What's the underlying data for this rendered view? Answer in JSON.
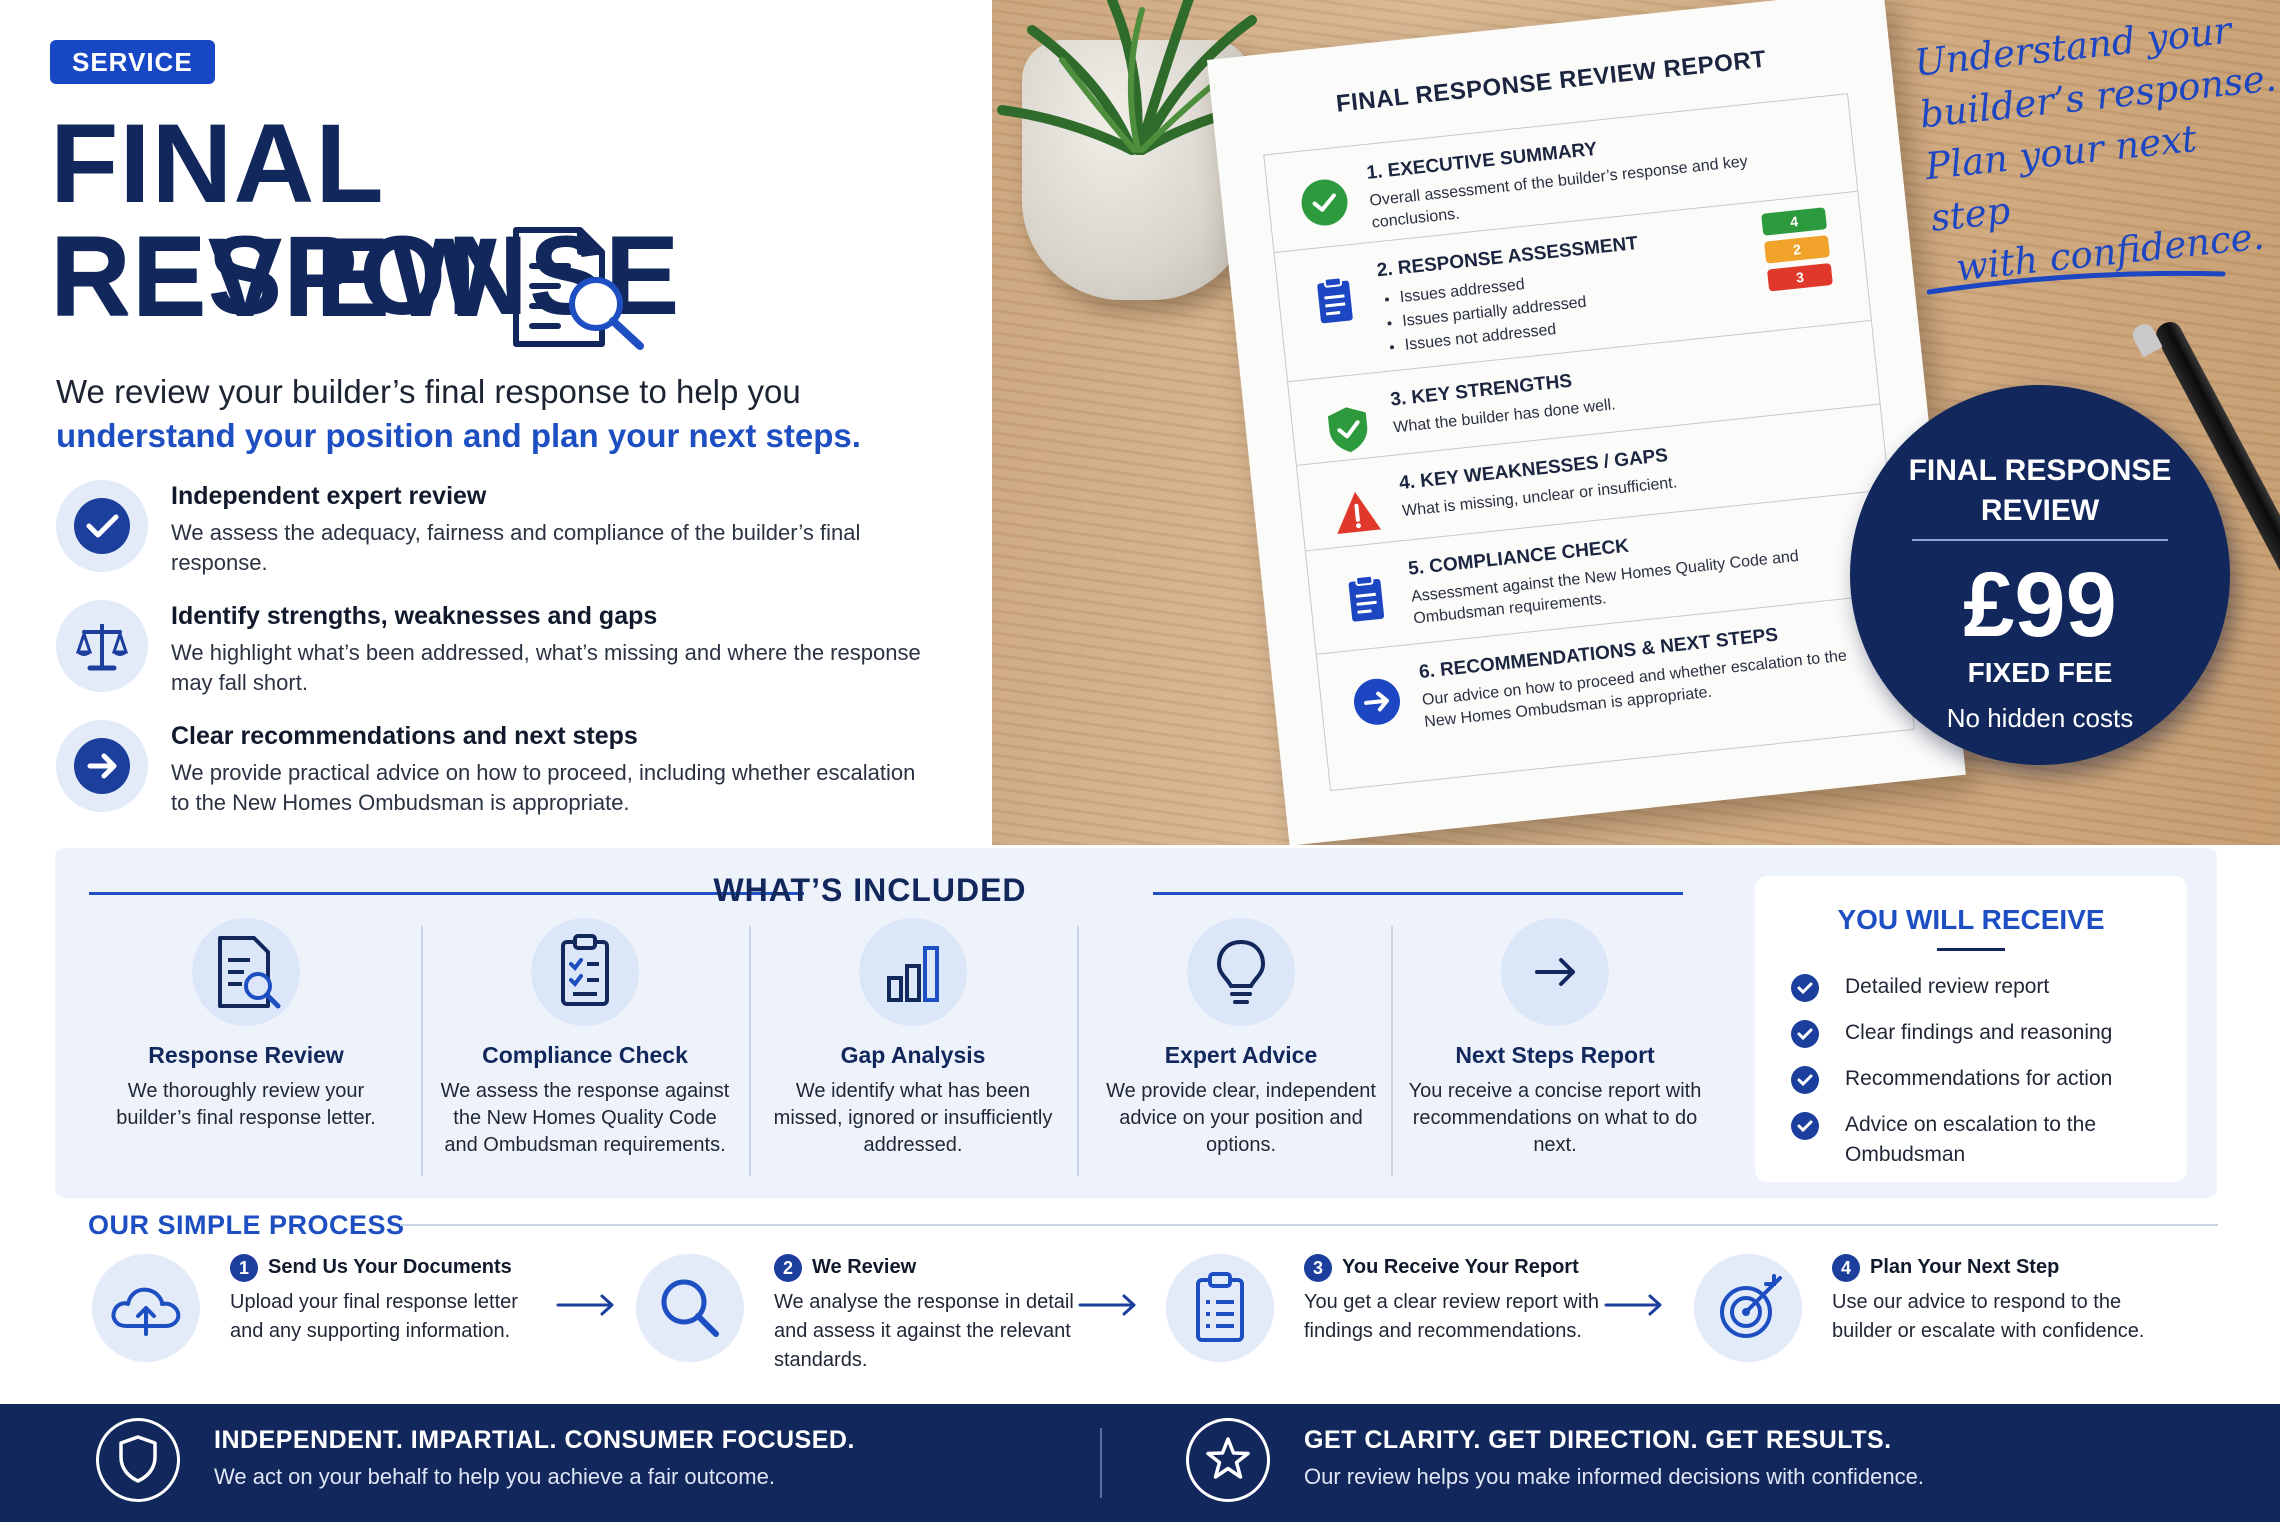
{
  "hero": {
    "tag": "SERVICE",
    "title_line1": "FINAL RESPONSE",
    "title_line2": "REVIEW",
    "subtitle": "We review your builder’s final response to help you",
    "subtitle_highlight": "understand your position and plan your next steps.",
    "features": [
      {
        "icon": "check-icon",
        "heading": "Independent expert review",
        "text": "We assess the adequacy, fairness and compliance of the builder’s final response."
      },
      {
        "icon": "scales-icon",
        "heading": "Identify strengths, weaknesses and gaps",
        "text": "We highlight what’s been addressed, what’s missing and where the response may fall short."
      },
      {
        "icon": "arrow-right-icon",
        "heading": "Clear recommendations and next steps",
        "text": "We provide practical advice on how to proceed, including whether escalation to the New Homes Ombudsman is appropriate."
      }
    ]
  },
  "report": {
    "title": "FINAL RESPONSE REVIEW REPORT",
    "sections": [
      {
        "heading": "1. EXECUTIVE SUMMARY",
        "text": "Overall assessment of the builder’s response and key conclusions.",
        "icon": "check-circle-icon"
      },
      {
        "heading": "2. RESPONSE ASSESSMENT",
        "bullets": [
          "Issues addressed",
          "Issues partially addressed",
          "Issues not addressed"
        ],
        "scores": [
          "4",
          "2",
          "3"
        ],
        "icon": "clipboard-icon"
      },
      {
        "heading": "3. KEY STRENGTHS",
        "text": "What the builder has done well.",
        "icon": "shield-check-icon"
      },
      {
        "heading": "4. KEY WEAKNESSES / GAPS",
        "text": "What is missing, unclear or insufficient.",
        "icon": "warning-icon"
      },
      {
        "heading": "5. COMPLIANCE CHECK",
        "text": "Assessment against the New Homes Quality Code and Ombudsman requirements.",
        "icon": "clipboard-icon"
      },
      {
        "heading": "6. RECOMMENDATIONS & NEXT STEPS",
        "text": "Our advice on how to proceed and whether escalation to the New Homes Ombudsman is appropriate.",
        "icon": "arrow-circle-icon"
      }
    ]
  },
  "tagline": [
    "Understand your",
    "builder’s response.",
    "Plan your next step",
    "with confidence."
  ],
  "price": {
    "label_line1": "FINAL RESPONSE",
    "label_line2": "REVIEW",
    "amount": "£99",
    "fixed": "FIXED FEE",
    "note": "No hidden costs"
  },
  "included": {
    "title": "WHAT’S INCLUDED",
    "cards": [
      {
        "icon": "document-search-icon",
        "heading": "Response Review",
        "text": "We thoroughly review your builder’s final response letter."
      },
      {
        "icon": "clipboard-check-icon",
        "heading": "Compliance Check",
        "text": "We assess the response against the New Homes Quality Code and Ombudsman requirements."
      },
      {
        "icon": "bar-chart-icon",
        "heading": "Gap Analysis",
        "text": "We identify what has been missed, ignored or insufficiently addressed."
      },
      {
        "icon": "lightbulb-icon",
        "heading": "Expert Advice",
        "text": "We provide clear, independent advice on your position and options."
      },
      {
        "icon": "arrow-right-icon",
        "heading": "Next Steps Report",
        "text": "You receive a concise report with recommendations on what to do next."
      }
    ]
  },
  "receive": {
    "title": "YOU WILL RECEIVE",
    "items": [
      "Detailed review report",
      "Clear findings and reasoning",
      "Recommendations for action",
      "Advice on escalation to the Ombudsman"
    ]
  },
  "process": {
    "title": "OUR SIMPLE PROCESS",
    "steps": [
      {
        "num": "1",
        "icon": "cloud-upload-icon",
        "heading": "Send Us Your Documents",
        "text": "Upload your final response letter and any supporting information."
      },
      {
        "num": "2",
        "icon": "magnifier-icon",
        "heading": "We Review",
        "text": "We analyse the response in detail and assess it against the relevant standards."
      },
      {
        "num": "3",
        "icon": "clipboard-list-icon",
        "heading": "You Receive Your Report",
        "text": "You get a clear review report with findings and recommendations."
      },
      {
        "num": "4",
        "icon": "target-icon",
        "heading": "Plan Your Next Step",
        "text": "Use our advice to respond to the builder or escalate with confidence."
      }
    ]
  },
  "footer": {
    "left_heading": "INDEPENDENT. IMPARTIAL. CONSUMER FOCUSED.",
    "left_text": "We act on your behalf to help you achieve a fair outcome.",
    "right_heading": "GET CLARITY. GET DIRECTION. GET RESULTS.",
    "right_text": "Our review helps you make informed decisions with confidence."
  },
  "colors": {
    "navy": "#12275c",
    "accent_blue": "#1e4fc2",
    "light_blue": "#eef3fb",
    "green": "#2e9a3e",
    "amber": "#f0a22a",
    "red": "#e0392b"
  }
}
